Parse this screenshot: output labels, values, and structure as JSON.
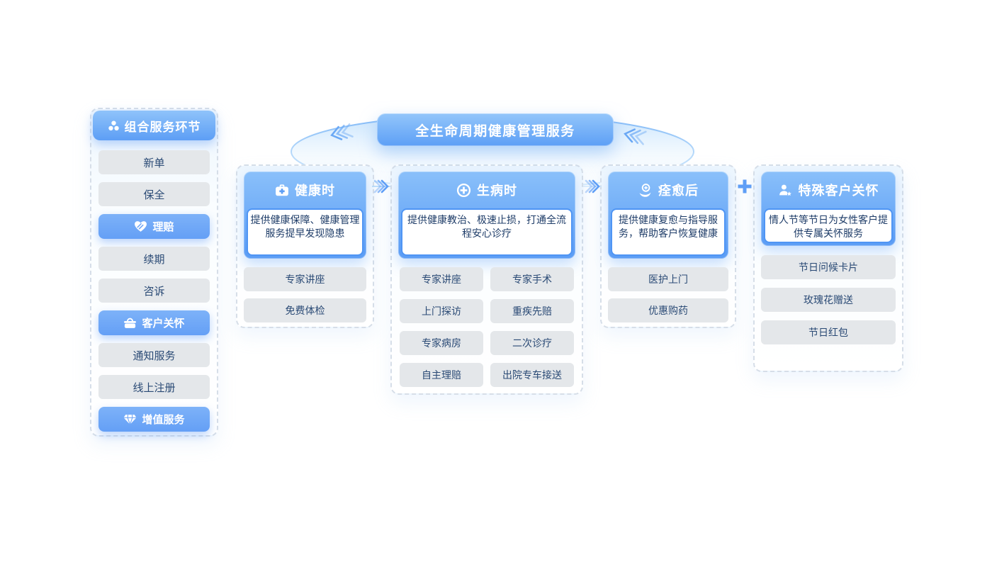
{
  "banner": {
    "title": "全生命周期健康管理服务"
  },
  "sidebar": {
    "header": {
      "label": "组合服务环节",
      "icon": "cluster-icon"
    },
    "items": [
      {
        "label": "新单",
        "style": "plain"
      },
      {
        "label": "保全",
        "style": "plain"
      },
      {
        "label": "理赔",
        "style": "highlight",
        "icon": "heart-hand-icon"
      },
      {
        "label": "续期",
        "style": "plain"
      },
      {
        "label": "咨诉",
        "style": "plain"
      },
      {
        "label": "客户关怀",
        "style": "highlight",
        "icon": "gift-basket-icon"
      },
      {
        "label": "通知服务",
        "style": "plain"
      },
      {
        "label": "线上注册",
        "style": "plain"
      },
      {
        "label": "增值服务",
        "style": "highlight",
        "icon": "gem-icon"
      }
    ]
  },
  "columns": [
    {
      "title": "健康时",
      "icon": "first-aid-kit-icon",
      "description": "提供健康保障、健康管理服务提早发现隐患",
      "items": [
        "专家讲座",
        "免费体检"
      ]
    },
    {
      "title": "生病时",
      "icon": "medical-cross-icon",
      "description": "提供健康教治、极速止损，打通全流程安心诊疗",
      "items": [
        "专家讲座",
        "专家手术",
        "上门探访",
        "重疾先赔",
        "专家病房",
        "二次诊疗",
        "自主理赔",
        "出院专车接送"
      ]
    },
    {
      "title": "痊愈后",
      "icon": "health-hand-icon",
      "description": "提供健康复愈与指导服务，帮助客户恢复健康",
      "items": [
        "医护上门",
        "优惠购药"
      ]
    },
    {
      "title": "特殊客户关怀",
      "icon": "vip-person-icon",
      "description": "情人节等节日为女性客户提供专属关怀服务",
      "items": [
        "节日问候卡片",
        "玫瑰花赠送",
        "节日红包"
      ]
    }
  ],
  "connectors": {
    "between_1_2": "chevron-right",
    "between_2_3": "chevron-right",
    "between_3_4": "plus"
  },
  "colors": {
    "accent_blue": "#5d9ef5",
    "accent_blue_light": "#8fc3fa",
    "highlight_item_blue": "#6ba3f7",
    "chip_gray": "#e4e7ea",
    "text_navy": "#1e3c68",
    "desc_border_blue": "#4f95f4",
    "dashed_border": "#d6dee8",
    "arc_blue": "#7fb7f7"
  }
}
